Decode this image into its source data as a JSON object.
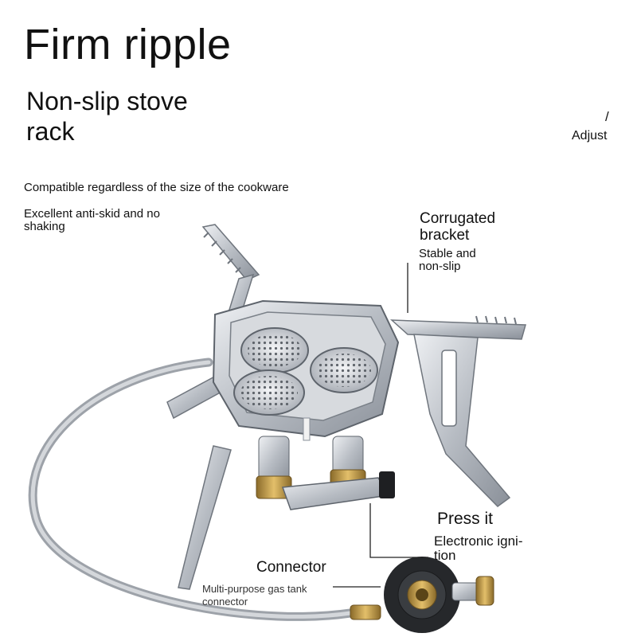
{
  "title": "Firm ripple",
  "subtitle": "Non-slip stove\nrack",
  "adjust": {
    "slash": "/",
    "label": "Adjust"
  },
  "left_notes": {
    "compatible": "Compatible regardless of the size of the cookware",
    "antiskid": "Excellent anti-skid and no\nshaking"
  },
  "bracket": {
    "title": "Corrugated\nbracket",
    "desc": "Stable and\nnon-slip"
  },
  "ignition": {
    "title": "Press it",
    "desc": "Electronic igni-\ntion"
  },
  "connector": {
    "title": "Connector",
    "desc": "Multi-purpose gas tank\nconnector"
  },
  "colors": {
    "steel": "#c9ccd1",
    "steel_dark": "#7d838b",
    "brass": "#c9a04a",
    "hose": "#b9bdc3",
    "line": "#222222"
  }
}
